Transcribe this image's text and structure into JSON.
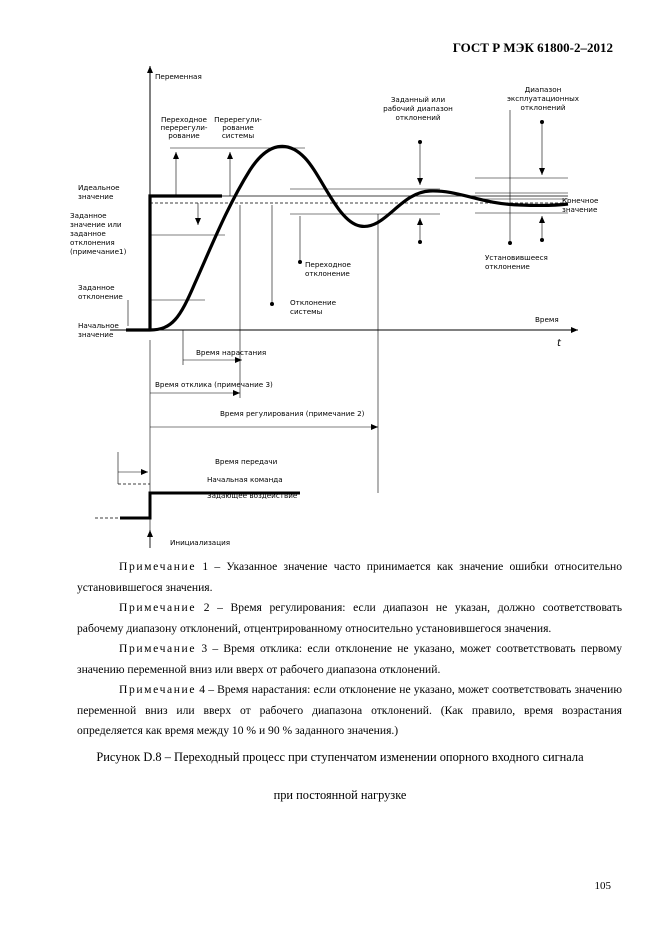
{
  "header": {
    "standard": "ГОСТ Р МЭК 61800-2–2012"
  },
  "figure": {
    "labels": {
      "variable": "Переменная",
      "time": "Время",
      "t": "t",
      "overshoot_1": "Переходное",
      "overshoot_2": "перерегули-",
      "overshoot_3": "рование",
      "sys_overshoot_1": "Перерегули-",
      "sys_overshoot_2": "рование",
      "sys_overshoot_3": "системы",
      "band_1": "Заданный или",
      "band_2": "рабочий диапазон",
      "band_3": "отклонений",
      "operating_1": "Диапазон",
      "operating_2": "эксплуатационных",
      "operating_3": "отклонений",
      "ideal_1": "Идеальное",
      "ideal_2": "значение",
      "setvalue_1": "Заданное",
      "setvalue_2": "значение или",
      "setvalue_3": "заданное",
      "setvalue_4": "отклонения",
      "setvalue_5": "(примечание1)",
      "setdev_1": "Заданное",
      "setdev_2": "отклонение",
      "initial_1": "Начальное",
      "initial_2": "значение",
      "final_1": "Конечное",
      "final_2": "значение",
      "trans_dev_1": "Переходное",
      "trans_dev_2": "отклонение",
      "sys_dev_1": "Отклонение",
      "sys_dev_2": "системы",
      "steady_dev_1": "Установившееся",
      "steady_dev_2": "отклонение",
      "rise_time": "Время нарастания",
      "response_time": "Время отклика (примечание 3)",
      "settling_time": "Время регулирования (примечание 2)",
      "transfer_time": "Время передачи",
      "initial_command": "Начальная команда",
      "reference_input": "Задающее воздействие",
      "initialization": "Инициализация"
    }
  },
  "notes": [
    {
      "label": "Примечание",
      "text": " 1 – Указанное значение часто принимается как значение ошибки относительно установившегося значения."
    },
    {
      "label": "Примечание",
      "text": " 2 – Время регулирования: если диапазон не указан, должно соответствовать рабочему диапазону отклонений, отцентрированному относительно установившегося значения."
    },
    {
      "label": "Примечание",
      "text": " 3 – Время отклика: если отклонение не указано, может соответствовать первому значению переменной вниз или вверх от рабочего диапазона отклонений."
    },
    {
      "label": "Примечание",
      "text": " 4 – Время нарастания: если отклонение не указано, может соответствовать значению переменной вниз или вверх от рабочего диапазона отклонений. (Как правило, время возрастания определяется как время между 10 % и 90 % заданного значения.)"
    }
  ],
  "caption": {
    "line1": "Рисунок D.8 – Переходный процесс при ступенчатом изменении опорного входного сигнала",
    "line2": "при постоянной нагрузке"
  },
  "page_number": "105"
}
